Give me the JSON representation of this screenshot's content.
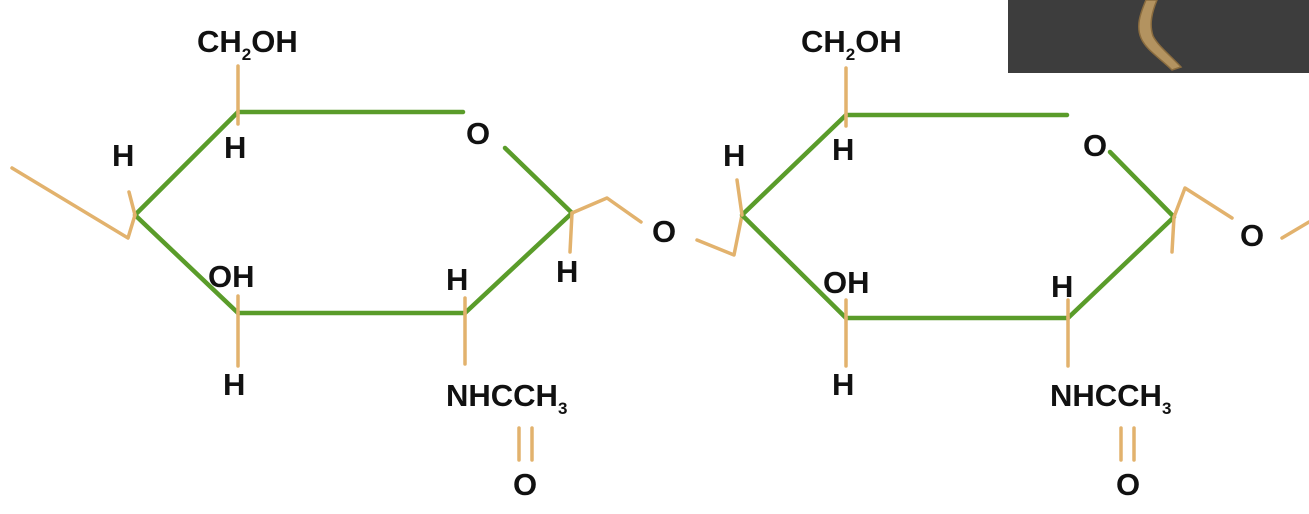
{
  "units": [
    {
      "ch2oh": {
        "main": "CH",
        "sub": "2",
        "tail": "OH"
      },
      "ring_oxygen": "O",
      "h_c4_upper": "H",
      "h_c5": "H",
      "oh_c3": "OH",
      "h_c3": "H",
      "h_c2": "H",
      "h_c1": "H",
      "acetamido": {
        "main": "NHCCH",
        "sub": "3"
      },
      "carbonyl_oxygen": "O"
    },
    {
      "ch2oh": {
        "main": "CH",
        "sub": "2",
        "tail": "OH"
      },
      "ring_oxygen": "O",
      "h_c4_upper": "H",
      "h_c5": "H",
      "oh_c3": "OH",
      "h_c3": "H",
      "h_c2": "H",
      "acetamido": {
        "main": "NHCCH",
        "sub": "3"
      },
      "carbonyl_oxygen": "O"
    }
  ],
  "glycosidic_oxygen_1": "O",
  "glycosidic_oxygen_2": "O",
  "colors": {
    "ring": "#5a9c2a",
    "bond": "#e2b26d",
    "text": "#111111",
    "photo_bg": "#3d3d3d",
    "photo_object": "#b39360"
  }
}
